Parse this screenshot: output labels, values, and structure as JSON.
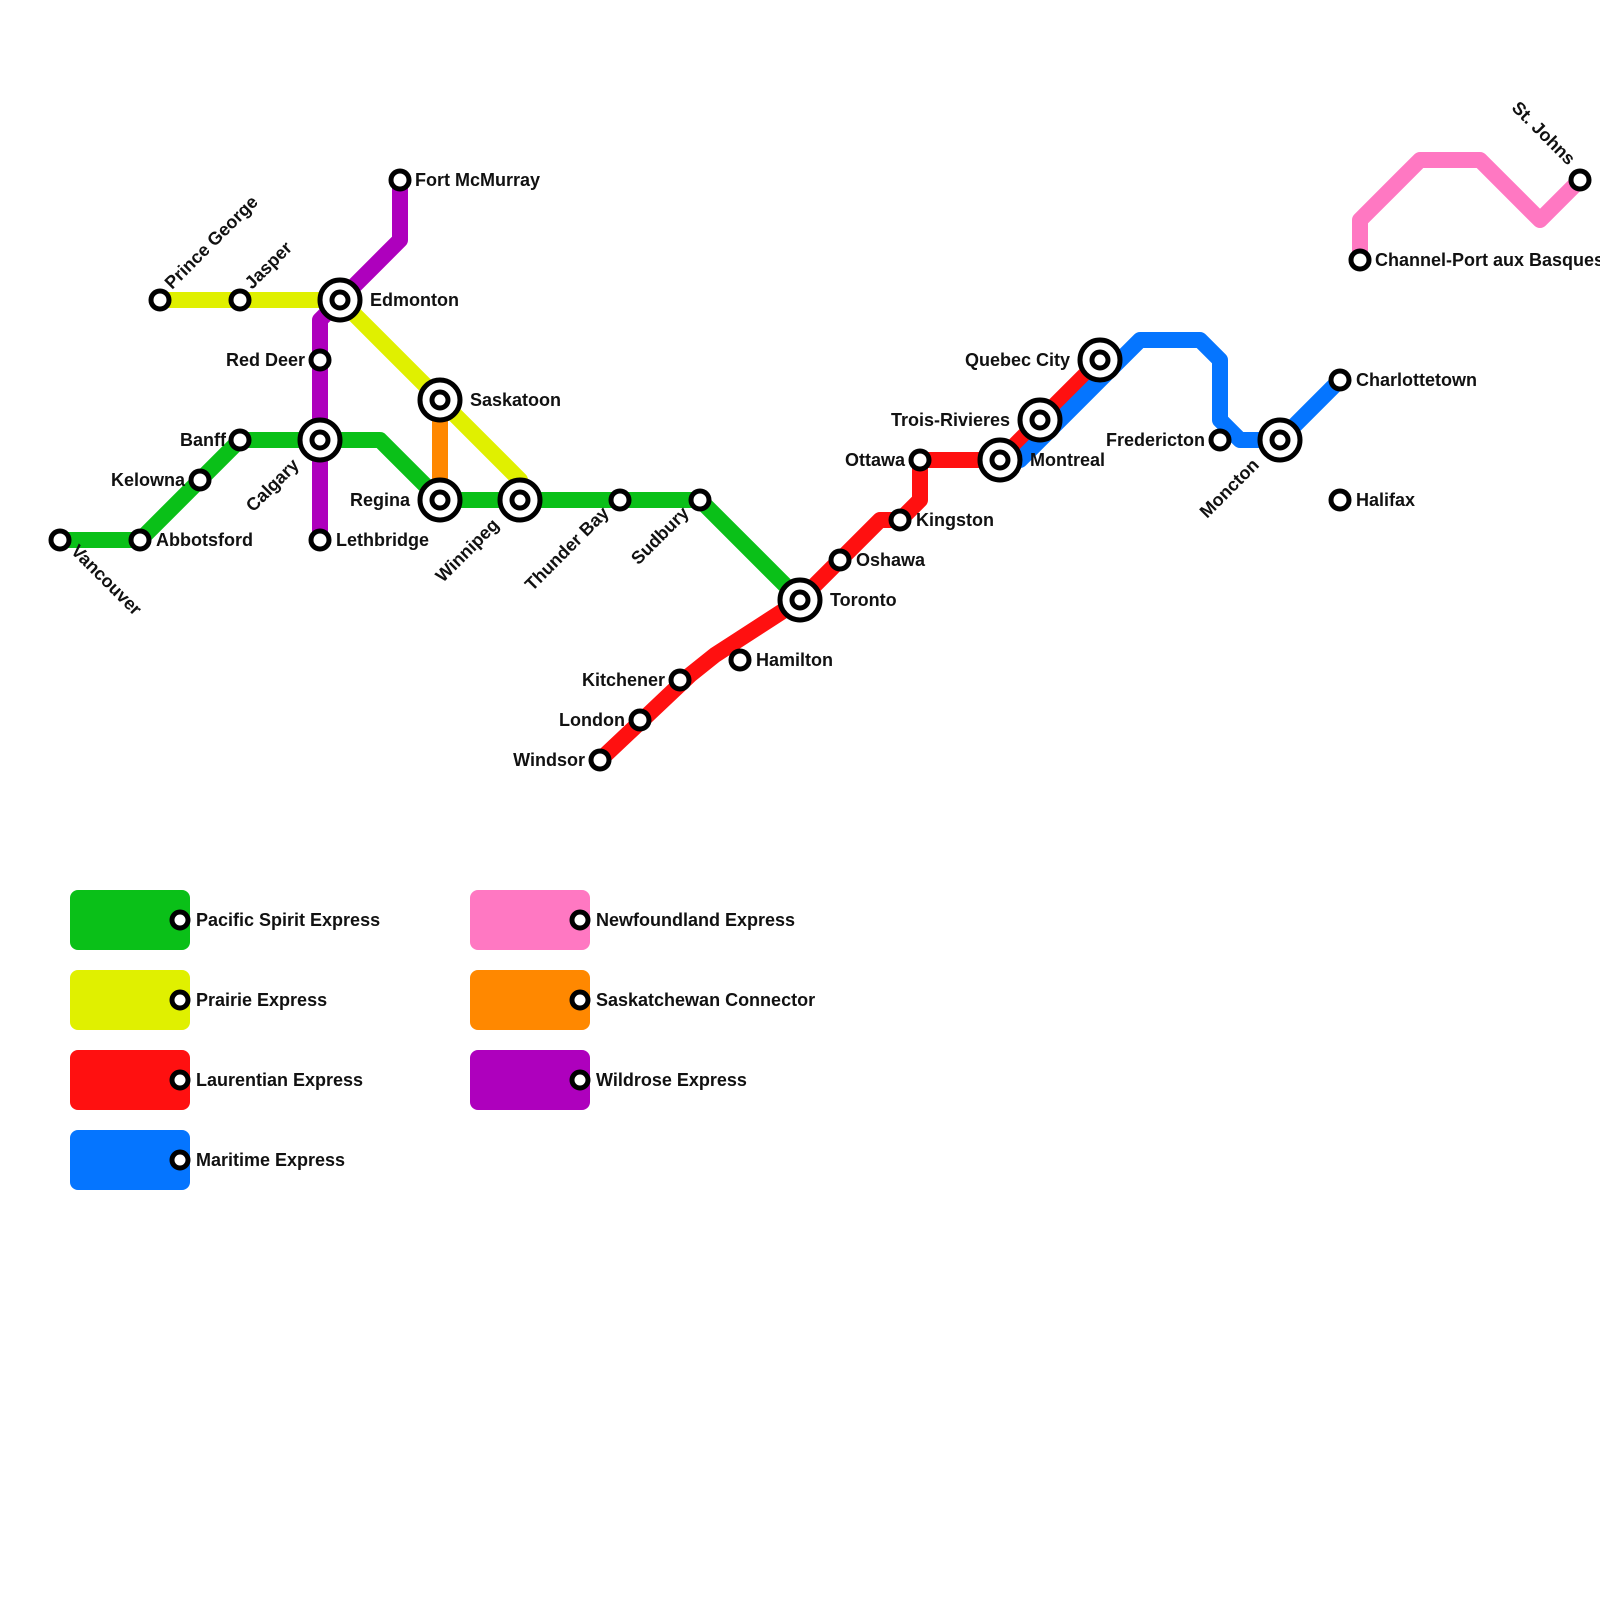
{
  "lines": [
    {
      "id": "green",
      "name": "Pacific Spirit Express",
      "color": "#0ac018"
    },
    {
      "id": "yellow",
      "name": "Prairie Express",
      "color": "#e0f000"
    },
    {
      "id": "red",
      "name": "Laurentian Express",
      "color": "#ff1010"
    },
    {
      "id": "blue",
      "name": "Maritime Express",
      "color": "#0575ff"
    },
    {
      "id": "pink",
      "name": "Newfoundland Express",
      "color": "#ff78c2"
    },
    {
      "id": "orange",
      "name": "Saskatchewan Connector",
      "color": "#ff8800"
    },
    {
      "id": "purple",
      "name": "Wildrose Express",
      "color": "#ae00bd"
    }
  ],
  "stations": {
    "vancouver": "Vancouver",
    "abbotsford": "Abbotsford",
    "kelowna": "Kelowna",
    "banff": "Banff",
    "calgary": "Calgary",
    "lethbridge": "Lethbridge",
    "red_deer": "Red Deer",
    "edmonton": "Edmonton",
    "fort_mcmurray": "Fort McMurray",
    "prince_george": "Prince George",
    "jasper": "Jasper",
    "saskatoon": "Saskatoon",
    "regina": "Regina",
    "winnipeg": "Winnipeg",
    "thunder_bay": "Thunder Bay",
    "sudbury": "Sudbury",
    "toronto": "Toronto",
    "hamilton": "Hamilton",
    "kitchener": "Kitchener",
    "london": "London",
    "windsor": "Windsor",
    "oshawa": "Oshawa",
    "kingston": "Kingston",
    "ottawa": "Ottawa",
    "montreal": "Montreal",
    "trois_rivieres": "Trois-Rivieres",
    "quebec_city": "Quebec City",
    "fredericton": "Fredericton",
    "moncton": "Moncton",
    "charlottetown": "Charlottetown",
    "halifax": "Halifax",
    "channel_port": "Channel-Port aux Basques",
    "st_johns": "St. Johns"
  }
}
